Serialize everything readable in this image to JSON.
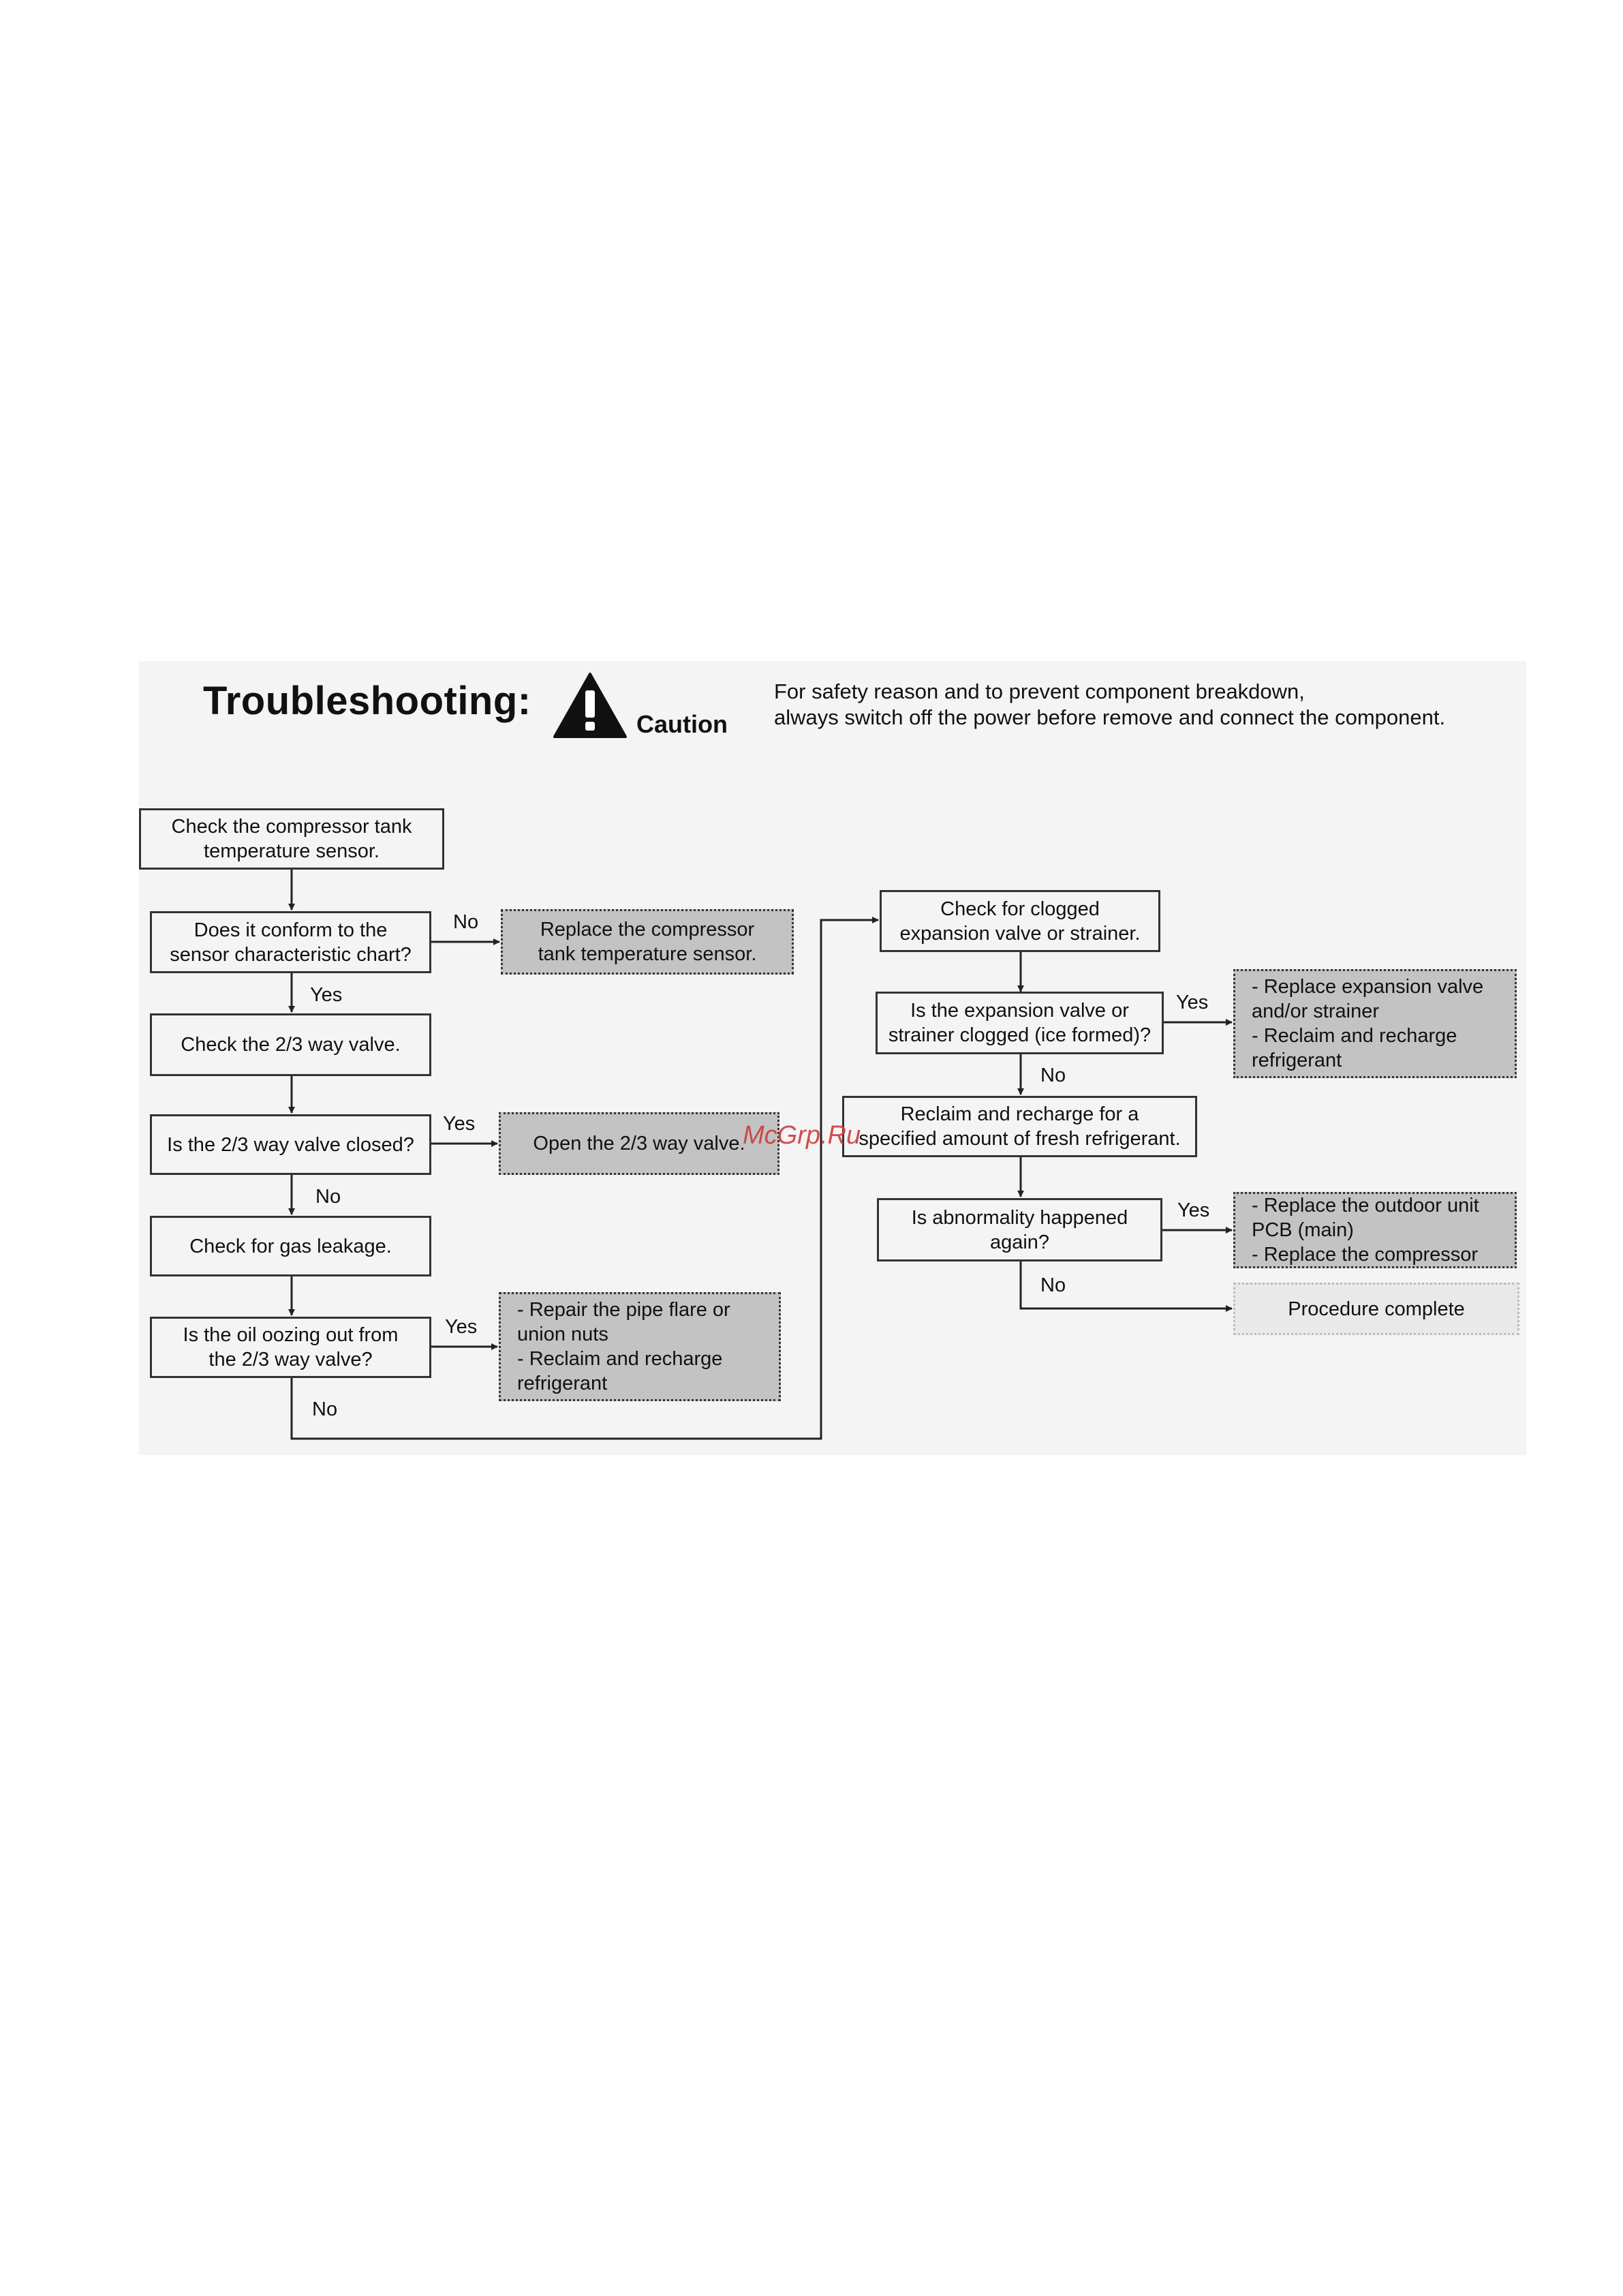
{
  "header": {
    "title": "Troubleshooting:",
    "caution_label": "Caution",
    "note_line_1": "For safety reason and to prevent component breakdown,",
    "note_line_2": "always switch off the power before remove and connect the component."
  },
  "flow": {
    "check_sensor": "Check the compressor tank\ntemperature sensor.",
    "conform_question": "Does it conform to the\nsensor characteristic chart?",
    "replace_sensor": "Replace the compressor\ntank temperature sensor.",
    "check_valve": "Check the 2/3 way valve.",
    "valve_closed_question": "Is the 2/3 way valve closed?",
    "open_valve": "Open the 2/3 way valve.",
    "check_gas": "Check for gas leakage.",
    "oil_question": "Is the oil oozing out from\nthe 2/3 way valve?",
    "repair_flare": "- Repair the pipe flare or\nunion nuts\n- Reclaim and recharge\nrefrigerant",
    "check_clogged": "Check for clogged\nexpansion valve or strainer.",
    "clogged_question": "Is the expansion valve or\nstrainer clogged (ice formed)?",
    "replace_expansion": "- Replace expansion valve\nand/or strainer\n- Reclaim and recharge\nrefrigerant",
    "reclaim": "Reclaim and recharge for a\nspecified amount of fresh refrigerant.",
    "abnormality_question": "Is abnormality happened\nagain?",
    "replace_pcb": "- Replace the outdoor unit\nPCB (main)\n- Replace the compressor",
    "complete": "Procedure complete"
  },
  "labels": {
    "no_1": "No",
    "yes_1": "Yes",
    "yes_2": "Yes",
    "no_2": "No",
    "yes_3": "Yes",
    "no_3": "No",
    "yes_4": "Yes",
    "no_4": "No",
    "yes_5": "Yes",
    "no_5": "No"
  },
  "watermark": "McGrp.Ru",
  "colors": {
    "action_fill": "#c3c3c3",
    "panel_fill": "#f4f4f4",
    "line": "#222222",
    "watermark": "#cf3b3b"
  }
}
